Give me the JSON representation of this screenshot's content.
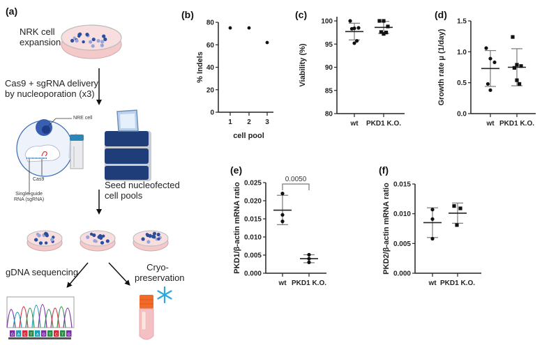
{
  "figure": {
    "panel_labels": [
      "(a)",
      "(b)",
      "(c)",
      "(d)",
      "(e)",
      "(f)"
    ]
  },
  "workflow": {
    "step1": [
      "NRK cell",
      "expansion"
    ],
    "step2": [
      "Cas9 + sgRNA delivery",
      "by nucleoporation (x3)"
    ],
    "inset_labels": {
      "cell": "NRE cell",
      "cas9": "Cas9",
      "sgrna": [
        "Single-guide",
        "RNA (sgRNA)"
      ]
    },
    "step3": [
      "Seed nucleofected",
      "cell pools"
    ],
    "branch_left": "gDNA sequencing",
    "branch_right": [
      "Cryo-",
      "preservation"
    ],
    "sequence_bases": [
      "G",
      "A",
      "C",
      "T",
      "A",
      "G",
      "T",
      "C",
      "T",
      "G"
    ],
    "colors": {
      "dish_fill": "#f4c9c9",
      "cell_dark": "#2a4f9e",
      "cell_light": "#9aa3d6",
      "machine": "#1f3d78",
      "snowflake": "#2aa8e0",
      "tube_cap": "#f06a2a"
    }
  },
  "chart_data": [
    {
      "id": "b",
      "type": "scatter",
      "title": "",
      "xlabel": "cell pool",
      "ylabel": "% Indels",
      "categories": [
        "1",
        "2",
        "3"
      ],
      "values": [
        75,
        75,
        62
      ],
      "ylim": [
        0,
        80
      ],
      "yticks": [
        0,
        20,
        40,
        60,
        80
      ],
      "ytick_labels": [
        "0",
        "20",
        "40",
        "60",
        "80"
      ],
      "grid": false
    },
    {
      "id": "c",
      "type": "scatter",
      "xlabel": "",
      "ylabel": "Viability (%)",
      "categories": [
        "wt",
        "PKD1 K.O."
      ],
      "ylim": [
        80,
        101
      ],
      "yticks": [
        80,
        85,
        90,
        95,
        100
      ],
      "ytick_labels": [
        "80",
        "85",
        "90",
        "95",
        "100"
      ],
      "series": [
        {
          "name": "wt",
          "marker": "circle",
          "points": [
            100.0,
            98.4,
            98.5,
            98.3,
            95.2,
            95.7
          ],
          "mean": 97.7,
          "err_high": 99.5,
          "err_low": 95.9
        },
        {
          "name": "PKD1 K.O.",
          "marker": "square",
          "points": [
            100.0,
            100.0,
            98.8,
            97.6,
            97.2,
            97.5
          ],
          "mean": 98.6,
          "err_high": 99.9,
          "err_low": 97.3
        }
      ],
      "grid": false
    },
    {
      "id": "d",
      "type": "scatter",
      "xlabel": "",
      "ylabel": "Growth rate μ  (1/day)",
      "categories": [
        "wt",
        "PKD1 K.O."
      ],
      "ylim": [
        0,
        1.5
      ],
      "yticks": [
        0,
        0.5,
        1.0,
        1.5
      ],
      "ytick_labels": [
        "0.0",
        "0.5",
        "1.0",
        "1.5"
      ],
      "series": [
        {
          "name": "wt",
          "marker": "circle",
          "points": [
            1.06,
            0.89,
            0.83,
            0.48,
            0.38
          ],
          "mean": 0.73,
          "err_high": 1.02,
          "err_low": 0.44
        },
        {
          "name": "PKD1 K.O.",
          "marker": "square",
          "points": [
            1.24,
            0.79,
            0.77,
            0.74,
            0.54,
            0.48
          ],
          "mean": 0.75,
          "err_high": 1.05,
          "err_low": 0.45
        }
      ],
      "grid": false
    },
    {
      "id": "e",
      "type": "scatter",
      "xlabel": "",
      "ylabel": "PKD1/β-actin mRNA ratio",
      "categories": [
        "wt",
        "PKD1 K.O."
      ],
      "ylim": [
        0,
        0.025
      ],
      "yticks": [
        0,
        0.005,
        0.01,
        0.015,
        0.02,
        0.025
      ],
      "ytick_labels": [
        "0.000",
        "0.005",
        "0.010",
        "0.015",
        "0.020",
        "0.025"
      ],
      "series": [
        {
          "name": "wt",
          "marker": "circle",
          "points": [
            0.022,
            0.0161,
            0.0143
          ],
          "mean": 0.0174,
          "err_high": 0.0215,
          "err_low": 0.0134
        },
        {
          "name": "PKD1 K.O.",
          "marker": "circle",
          "points": [
            0.0051,
            0.004,
            0.003
          ],
          "mean": 0.004,
          "err_high": 0.0051,
          "err_low": 0.0029
        }
      ],
      "annotation": {
        "text": "0.0050",
        "between": [
          "wt",
          "PKD1 K.O."
        ]
      },
      "grid": false
    },
    {
      "id": "f",
      "type": "scatter",
      "xlabel": "",
      "ylabel": "PKD2/β-actin mRNA ratio",
      "categories": [
        "wt",
        "PKD1 K.O."
      ],
      "ylim": [
        0,
        0.015
      ],
      "yticks": [
        0,
        0.005,
        0.01,
        0.015
      ],
      "ytick_labels": [
        "0.000",
        "0.005",
        "0.010",
        "0.015"
      ],
      "series": [
        {
          "name": "wt",
          "marker": "circle",
          "points": [
            0.0107,
            0.0091,
            0.0058
          ],
          "mean": 0.0085,
          "err_high": 0.011,
          "err_low": 0.006
        },
        {
          "name": "PKD1 K.O.",
          "marker": "square",
          "points": [
            0.0113,
            0.0109,
            0.0081
          ],
          "mean": 0.0101,
          "err_high": 0.0118,
          "err_low": 0.0084
        }
      ],
      "grid": false
    }
  ]
}
